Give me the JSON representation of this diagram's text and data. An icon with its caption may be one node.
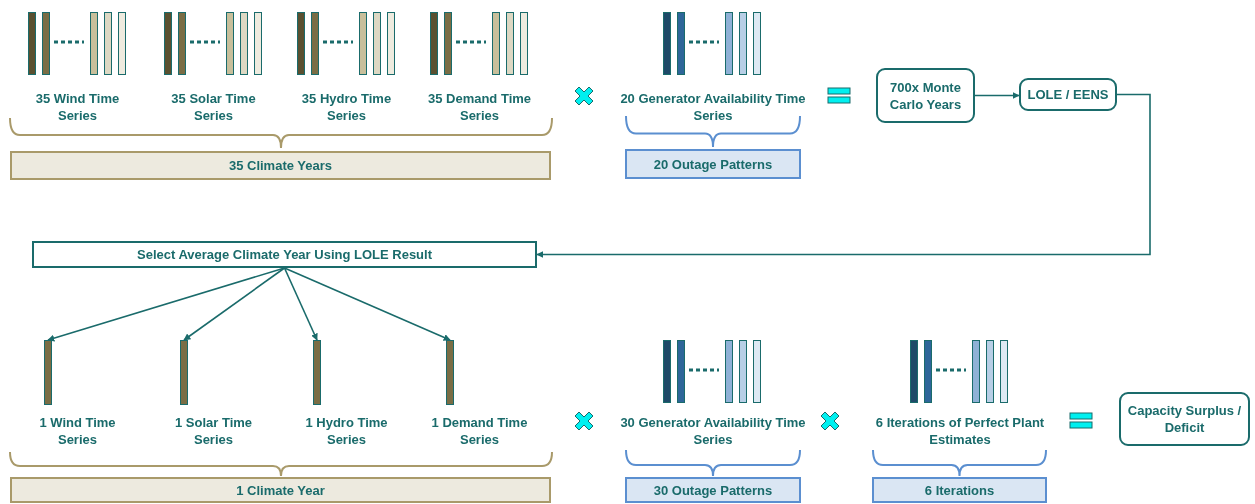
{
  "diagram": {
    "nodes": [
      {
        "text": [
          "35 Wind Time Series"
        ]
      },
      {
        "text": [
          "35 Solar Time Series"
        ]
      },
      {
        "text": [
          "35 Hydro Time Series"
        ]
      },
      {
        "text": [
          "35 Demand Time Series"
        ]
      },
      {
        "text": [
          "35 Climate Years"
        ]
      },
      {
        "text": [
          "20 Generator Availability Time Series"
        ]
      },
      {
        "text": [
          "20 Outage Patterns"
        ]
      },
      {
        "text": [
          "700x Monte Carlo Years"
        ]
      },
      {
        "text": [
          "LOLE / EENS"
        ]
      },
      {
        "text": [
          "Select Average Climate Year Using LOLE Result"
        ]
      },
      {
        "text": [
          "1 Wind Time Series"
        ]
      },
      {
        "text": [
          "1 Solar Time Series"
        ]
      },
      {
        "text": [
          "1 Hydro Time Series"
        ]
      },
      {
        "text": [
          "1 Demand Time Series"
        ]
      },
      {
        "text": [
          "1 Climate Year"
        ]
      },
      {
        "text": [
          "30 Generator Availability Time Series"
        ]
      },
      {
        "text": [
          "30 Outage Patterns"
        ]
      },
      {
        "text": [
          "6 Iterations of Perfect Plant Estimates"
        ]
      },
      {
        "text": [
          "6 Iterations"
        ]
      },
      {
        "text": [
          "Capacity Surplus / Deficit"
        ]
      }
    ],
    "edges": [
      {
        "from": 7,
        "to": 8,
        "arrow": "to"
      },
      {
        "from": 8,
        "to": 9,
        "arrow": "to"
      },
      {
        "from": 9,
        "to": 10,
        "arrow": "to"
      },
      {
        "from": 9,
        "to": 11,
        "arrow": "to"
      },
      {
        "from": 9,
        "to": 12,
        "arrow": "to"
      },
      {
        "from": 9,
        "to": 13,
        "arrow": "to"
      }
    ]
  }
}
